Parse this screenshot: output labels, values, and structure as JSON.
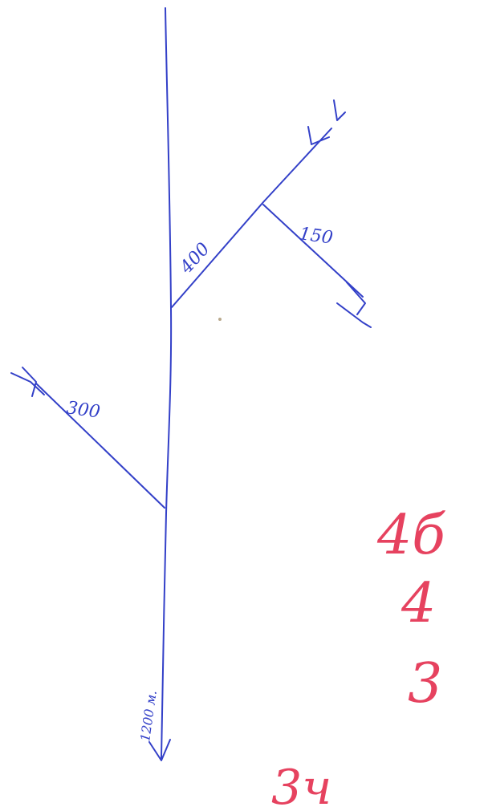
{
  "diagram": {
    "branch_top_main": "400",
    "branch_top_side": "150",
    "branch_left": "300",
    "main_outflow": "1200 м."
  },
  "grades": {
    "g1": "4б",
    "g2": "4",
    "g3": "3",
    "g4": "3ч"
  },
  "colors": {
    "ink": "#3340c8",
    "grade": "#e6425f"
  }
}
